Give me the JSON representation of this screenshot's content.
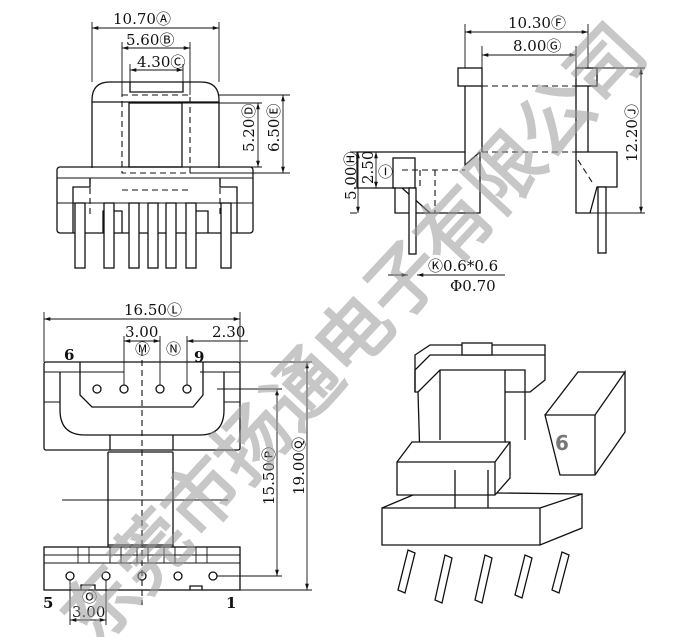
{
  "front_view": {
    "dim_a": "10.70Ⓐ",
    "dim_b": "5.60Ⓑ",
    "dim_c": "4.30Ⓒ",
    "dim_d": "5.20Ⓓ",
    "dim_e": "6.50Ⓔ"
  },
  "side_view": {
    "dim_f": "10.30Ⓕ",
    "dim_g": "8.00Ⓖ",
    "dim_h": "5.00Ⓗ",
    "dim_i_value": "2.50",
    "dim_i_marker": "Ⓘ",
    "dim_j": "12.20Ⓙ",
    "dim_k": "Ⓚ0.6*0.6",
    "pin_diameter": "Φ0.70"
  },
  "bottom_view": {
    "dim_l": "16.50Ⓛ",
    "dim_m_value": "3.00",
    "dim_m_marker": "Ⓜ",
    "dim_n_value": "2.30",
    "dim_n_marker": "Ⓝ",
    "dim_o_value": "3.00",
    "dim_o_marker": "Ⓞ",
    "dim_p": "15.50Ⓟ",
    "dim_q": "19.00Ⓠ",
    "pin_labels": {
      "p6": "6",
      "p9": "9",
      "p5": "5",
      "p1": "1"
    }
  },
  "iso_view": {
    "pin_count_label": "6"
  },
  "watermark": "东莞市扬通电子有限公司"
}
